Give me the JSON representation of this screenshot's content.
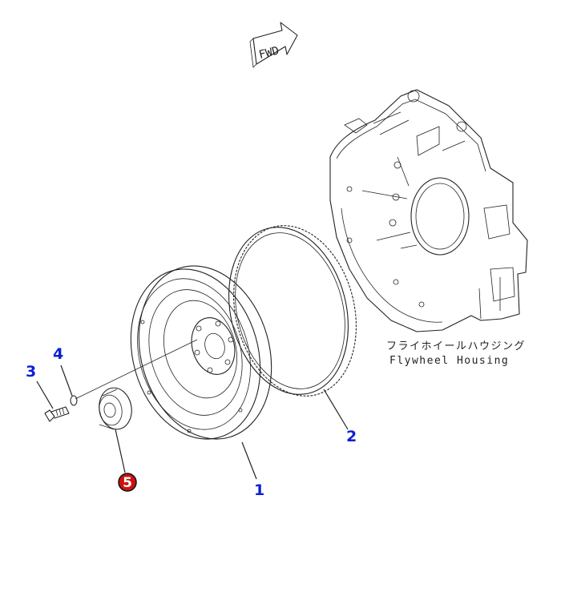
{
  "direction_arrow": {
    "label": "FWD"
  },
  "housing_caption": {
    "japanese": "フライホイールハウジング",
    "english": "Flywheel Housing"
  },
  "parts": [
    {
      "number": "1",
      "highlighted": false
    },
    {
      "number": "2",
      "highlighted": false
    },
    {
      "number": "3",
      "highlighted": false
    },
    {
      "number": "4",
      "highlighted": false
    },
    {
      "number": "5",
      "highlighted": true
    }
  ],
  "colors": {
    "callout": "#0a1fd6",
    "highlight_badge": "#cc1111",
    "line": "#222222"
  }
}
